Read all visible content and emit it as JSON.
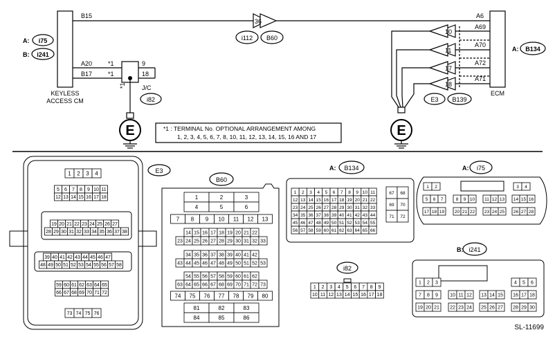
{
  "schematic": {
    "left_unit": {
      "connectors": [
        {
          "prefix": "A:",
          "name": "i75"
        },
        {
          "prefix": "B:",
          "name": "i241"
        }
      ],
      "label_lines": [
        "KEYLESS",
        "ACCESS CM"
      ]
    },
    "right_unit": {
      "label": "ECM",
      "connector": {
        "prefix": "A:",
        "name": "B134"
      }
    },
    "wire_top": {
      "left_pin": "B15",
      "right_pin": "A6",
      "inline_pin": "36",
      "inline_connectors": [
        "i112",
        "B60"
      ]
    },
    "left_pins": [
      "A20",
      "B17"
    ],
    "jc": {
      "label": "J/C",
      "connector": "i82",
      "pins": [
        "9",
        "18"
      ],
      "marks": [
        "*1",
        "*1",
        "*1"
      ]
    },
    "ecm_pins": [
      {
        "ecm": "A69",
        "inline": "10"
      },
      {
        "ecm": "A70",
        "inline": "11"
      },
      {
        "ecm": "A72",
        "inline": "17"
      },
      {
        "ecm": "A71",
        "inline": "18"
      }
    ],
    "ecm_inline_connectors": [
      "E3",
      "B139"
    ],
    "ground_label": "E",
    "note_lines": [
      "*1  : TERMINAL No. OPTIONAL ARRANGEMENT AMONG",
      "1, 2, 3, 4, 5, 6, 7, 8, 10, 11, 12, 13, 14, 15, 16 AND 17"
    ]
  },
  "connectors": {
    "e3": {
      "name": "E3",
      "rows": [
        [
          "1",
          "2",
          "3",
          "4"
        ],
        [
          "5",
          "6",
          "7",
          "8",
          "9",
          "10",
          "11"
        ],
        [
          "12",
          "13",
          "14",
          "15",
          "16",
          "17",
          "18"
        ],
        [
          "19",
          "20",
          "21",
          "22",
          "23",
          "24",
          "25",
          "26",
          "27"
        ],
        [
          "28",
          "29",
          "30",
          "31",
          "32",
          "33",
          "34",
          "35",
          "36",
          "37",
          "38"
        ],
        [
          "39",
          "40",
          "41",
          "42",
          "43",
          "44",
          "45",
          "46",
          "47"
        ],
        [
          "48",
          "49",
          "50",
          "51",
          "52",
          "53",
          "54",
          "55",
          "56",
          "57",
          "58"
        ],
        [
          "59",
          "60",
          "61",
          "62",
          "63",
          "64",
          "65"
        ],
        [
          "66",
          "67",
          "68",
          "69",
          "70",
          "71",
          "72"
        ],
        [
          "73",
          "74",
          "75",
          "76"
        ]
      ]
    },
    "b60": {
      "name": "B60",
      "rows": [
        [
          "1",
          "2",
          "3"
        ],
        [
          "4",
          "5",
          "6"
        ],
        [
          "7",
          "8",
          "9",
          "10",
          "11",
          "12",
          "13"
        ],
        [
          "14",
          "15",
          "16",
          "17",
          "18",
          "19",
          "20",
          "21",
          "22"
        ],
        [
          "23",
          "24",
          "25",
          "26",
          "27",
          "28",
          "29",
          "30",
          "31",
          "32",
          "33"
        ],
        [
          "34",
          "35",
          "36",
          "37",
          "38",
          "39",
          "40",
          "41",
          "42"
        ],
        [
          "43",
          "44",
          "45",
          "46",
          "47",
          "48",
          "49",
          "50",
          "51",
          "52",
          "53"
        ],
        [
          "54",
          "55",
          "56",
          "57",
          "58",
          "59",
          "60",
          "61",
          "62"
        ],
        [
          "63",
          "64",
          "65",
          "66",
          "67",
          "68",
          "69",
          "70",
          "71",
          "72",
          "73"
        ],
        [
          "74",
          "75",
          "76",
          "77",
          "78",
          "79",
          "80"
        ],
        [
          "81",
          "82",
          "83"
        ],
        [
          "84",
          "85",
          "86"
        ]
      ]
    },
    "b134": {
      "prefix": "A:",
      "name": "B134",
      "main_rows": [
        [
          "1",
          "2",
          "3",
          "4",
          "5",
          "6",
          "7",
          "8",
          "9",
          "10",
          "11"
        ],
        [
          "12",
          "13",
          "14",
          "15",
          "16",
          "17",
          "18",
          "19",
          "20",
          "21",
          "22"
        ],
        [
          "23",
          "24",
          "25",
          "26",
          "27",
          "28",
          "29",
          "30",
          "31",
          "32",
          "33"
        ],
        [
          "34",
          "35",
          "36",
          "37",
          "38",
          "39",
          "40",
          "41",
          "42",
          "43",
          "44"
        ],
        [
          "45",
          "46",
          "47",
          "48",
          "49",
          "50",
          "51",
          "52",
          "53",
          "54",
          "55"
        ],
        [
          "56",
          "57",
          "58",
          "59",
          "60",
          "61",
          "62",
          "63",
          "64",
          "65",
          "66"
        ]
      ],
      "side_rows": [
        [
          "67",
          "68"
        ],
        [
          "69",
          "70"
        ],
        [
          "71",
          "72"
        ]
      ]
    },
    "i75": {
      "prefix": "A:",
      "name": "i75",
      "rows": [
        [
          [
            "1",
            "2"
          ],
          [
            "3",
            "4"
          ]
        ],
        [
          [
            "5",
            "6",
            "7"
          ],
          [
            "8",
            "9",
            "10"
          ],
          [
            "11",
            "12",
            "13"
          ],
          [
            "14",
            "15",
            "16"
          ]
        ],
        [
          [
            "17",
            "18",
            "19"
          ],
          [
            "20",
            "21",
            "22"
          ],
          [
            "23",
            "24",
            "25"
          ],
          [
            "26",
            "27",
            "28"
          ]
        ]
      ]
    },
    "i82": {
      "name": "i82",
      "rows": [
        [
          "1",
          "2",
          "3",
          "4",
          "5",
          "6",
          "7",
          "8",
          "9"
        ],
        [
          "10",
          "11",
          "12",
          "13",
          "14",
          "15",
          "16",
          "17",
          "18"
        ]
      ]
    },
    "i241": {
      "prefix": "B:",
      "name": "i241",
      "rows": [
        [
          [
            "1",
            "2",
            "3"
          ],
          [
            "4",
            "5",
            "6"
          ]
        ],
        [
          [
            "7",
            "8",
            "9"
          ],
          [
            "10",
            "11",
            "12"
          ],
          [
            "13",
            "14",
            "15"
          ],
          [
            "16",
            "17",
            "18"
          ]
        ],
        [
          [
            "19",
            "20",
            "21"
          ],
          [
            "22",
            "23",
            "24"
          ],
          [
            "25",
            "26",
            "27"
          ],
          [
            "28",
            "29",
            "30"
          ]
        ]
      ]
    }
  },
  "figure_id": "SL-11699"
}
